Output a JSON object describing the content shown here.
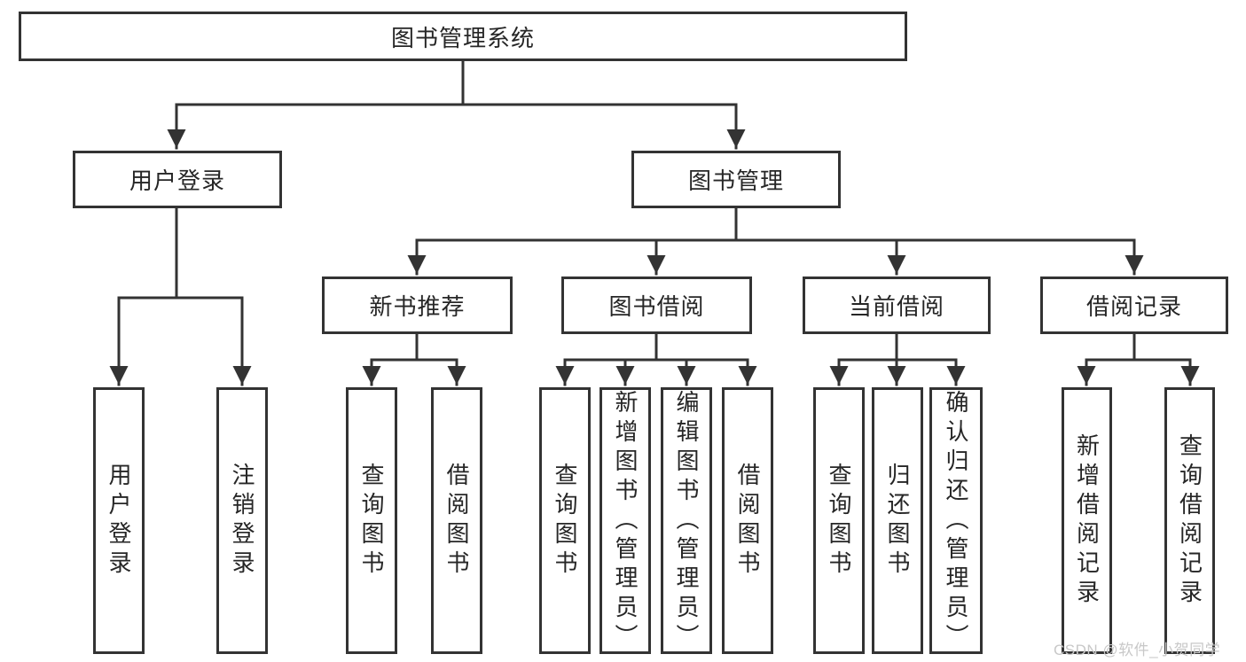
{
  "diagram": {
    "type": "hierarchy-tree",
    "colors": {
      "line": "#333333",
      "box_border": "#333333",
      "box_fill": "#ffffff",
      "text": "#262626",
      "watermark_text": "#c8c8c8",
      "background": "#ffffff"
    },
    "nodes": {
      "root": "图书管理系统",
      "user_login": "用户登录",
      "book_management": "图书管理",
      "new_book_recommend": "新书推荐",
      "book_borrow": "图书借阅",
      "current_borrow": "当前借阅",
      "borrow_records": "借阅记录",
      "user_login_children": [
        "用户登录",
        "注销登录"
      ],
      "new_book_children": [
        "查询图书",
        "借阅图书"
      ],
      "book_borrow_children": [
        "查询图书",
        "新增图书（管理员）",
        "编辑图书（管理员）",
        "借阅图书"
      ],
      "current_borrow_children": [
        "查询图书",
        "归还图书",
        "确认归还（管理员）"
      ],
      "borrow_records_children": [
        "新增借阅记录",
        "查询借阅记录"
      ]
    },
    "watermark": "CSDN @软件_小贺同学"
  }
}
